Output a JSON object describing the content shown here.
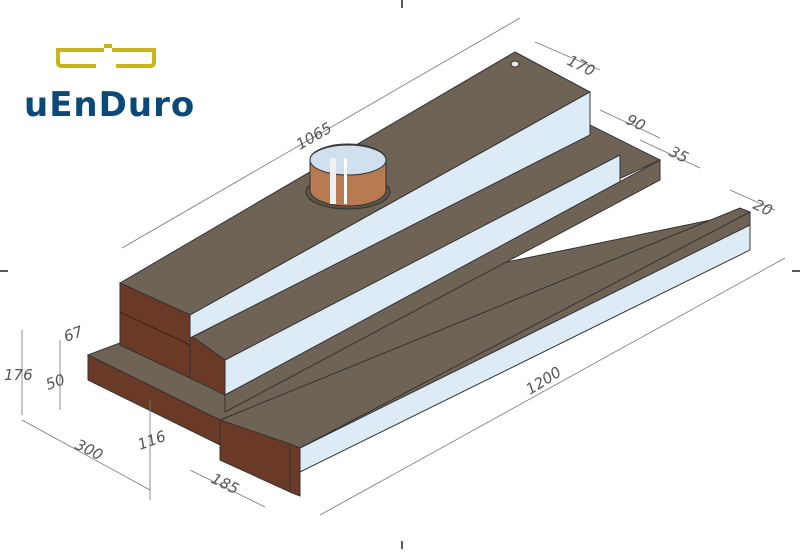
{
  "brand": {
    "name": "VENDURO",
    "display_text": "uEnDuro",
    "colors": {
      "mark": "#c9b51a",
      "text": "#0b4a78"
    }
  },
  "drawing": {
    "type": "isometric technical drawing - built-in cooker hood",
    "units": "mm",
    "colors": {
      "top_surface": "#6e6354",
      "side_brown": "#6b3a26",
      "front_glass": "#dcebf6",
      "outline": "#333333",
      "dimension_line": "#777777"
    },
    "dimensions": {
      "length_top": "1065",
      "depth_top": "170",
      "step_90": "90",
      "step_35": "35",
      "step_20": "20",
      "length_front": "1200",
      "height_total": "176",
      "height_67": "67",
      "height_50": "50",
      "height_116": "116",
      "depth_300": "300",
      "depth_185": "185"
    }
  }
}
